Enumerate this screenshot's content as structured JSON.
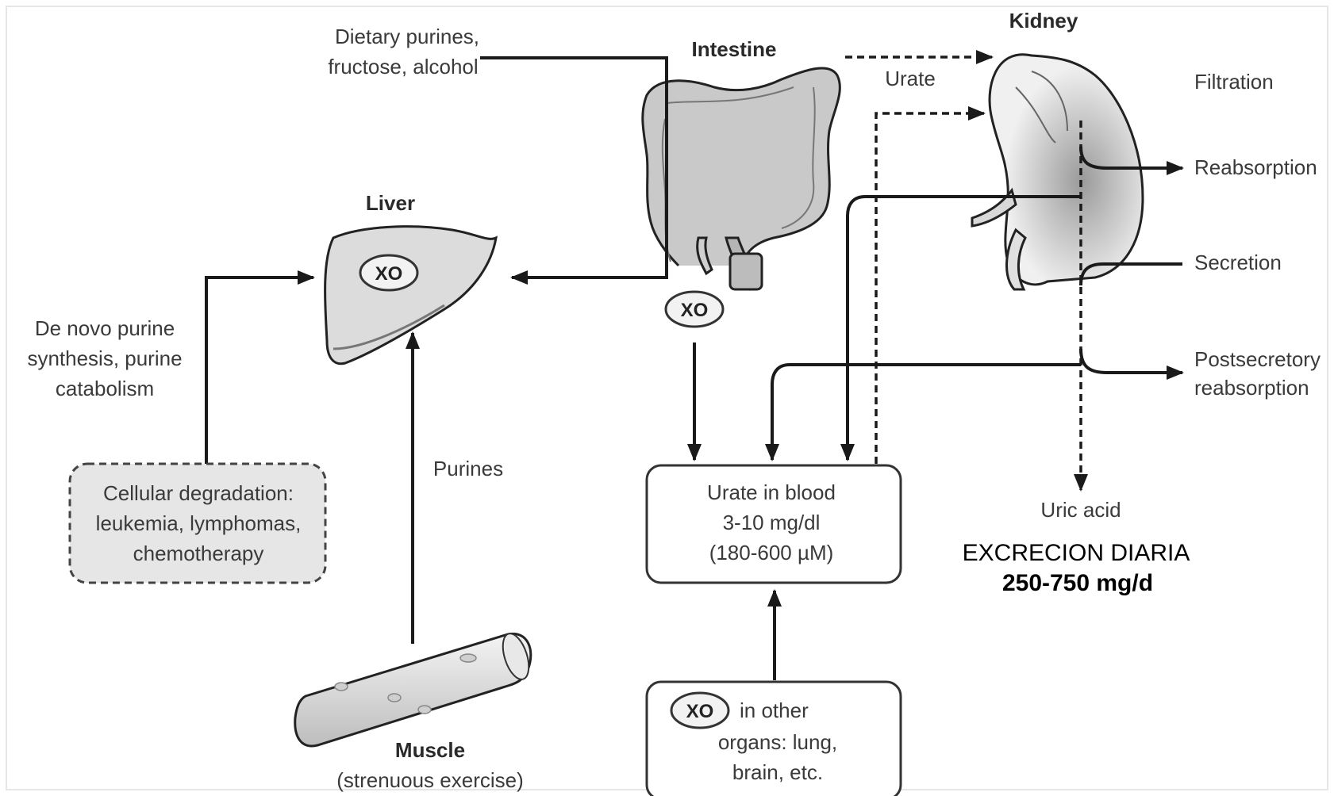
{
  "intestine": {
    "title": "Intestine",
    "enzyme": "XO"
  },
  "kidney": {
    "title": "Kidney"
  },
  "liver": {
    "title": "Liver",
    "enzyme": "XO"
  },
  "dietary": {
    "line1": "Dietary purines,",
    "line2": "fructose, alcohol"
  },
  "urate_arrow_label": "Urate",
  "kidney_processes": {
    "filtration": "Filtration",
    "reabsorption": "Reabsorption",
    "secretion": "Secretion",
    "postsecretory_line1": "Postsecretory",
    "postsecretory_line2": "reabsorption"
  },
  "de_novo": {
    "line1": "De novo purine",
    "line2": "synthesis, purine",
    "line3": "catabolism"
  },
  "cellular": {
    "line1": "Cellular degradation:",
    "line2": "leukemia, lymphomas,",
    "line3": "chemotherapy"
  },
  "purines_label": "Purines",
  "blood": {
    "line1": "Urate in blood",
    "line2": "3-10 mg/dl",
    "line3": "(180-600 µM)"
  },
  "uric_acid": "Uric acid",
  "excretion": {
    "line1": "EXCRECION DIARIA",
    "line2": "250-750 mg/d"
  },
  "other_organs": {
    "enzyme": "XO",
    "line1": "in other",
    "line2": "organs: lung,",
    "line3": "brain, etc."
  },
  "muscle": {
    "title": "Muscle",
    "subtitle": "(strenuous exercise)"
  }
}
